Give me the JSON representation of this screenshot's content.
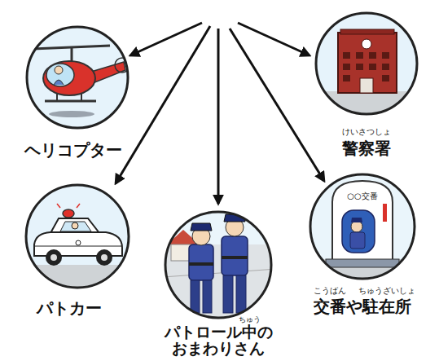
{
  "diagram": {
    "nodes": [
      {
        "text": [
          "ヘリコプター"
        ]
      },
      {
        "text": [
          "警察署"
        ]
      },
      {
        "text": [
          "パトカー"
        ]
      },
      {
        "text": [
          "パトロール中の おまわりさん"
        ]
      },
      {
        "text": [
          "交番や駐在所"
        ]
      }
    ],
    "labels": [
      "けいさつしょ",
      "○○交番",
      "こうばん",
      "ちゅうざいしょ",
      "ちゅう"
    ]
  }
}
